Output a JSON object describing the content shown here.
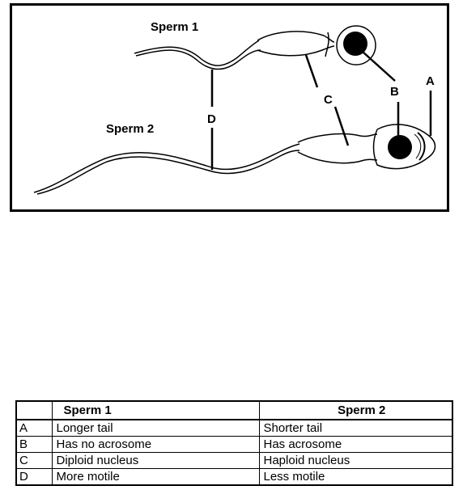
{
  "diagram": {
    "labels": {
      "sperm1": "Sperm 1",
      "sperm2": "Sperm 2",
      "a": "A",
      "b": "B",
      "c": "C",
      "d": "D"
    }
  },
  "table": {
    "headers": [
      "",
      "Sperm 1",
      "Sperm 2"
    ],
    "rows": [
      {
        "option": "A",
        "sperm1": "Longer tail",
        "sperm2": "Shorter tail"
      },
      {
        "option": "B",
        "sperm1": "Has no acrosome",
        "sperm2": "Has acrosome"
      },
      {
        "option": "C",
        "sperm1": "Diploid nucleus",
        "sperm2": "Haploid nucleus"
      },
      {
        "option": "D",
        "sperm1": "More motile",
        "sperm2": "Less motile"
      }
    ]
  }
}
